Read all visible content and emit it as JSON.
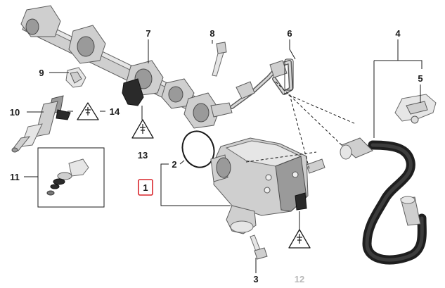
{
  "callouts": {
    "c1": "1",
    "c2": "2",
    "c3": "3",
    "c4": "4",
    "c5": "5",
    "c6": "6",
    "c7": "7",
    "c8": "8",
    "c9": "9",
    "c10": "10",
    "c11": "11",
    "c12": "12",
    "c13": "13",
    "c14": "14"
  },
  "highlight": {
    "selected_callout": "1",
    "color": "#d9262c"
  },
  "colors": {
    "muted_callout": "#b8b8b8",
    "line": "#1a1a1a",
    "hose": "#1e1e1e"
  },
  "icons": [
    "electrical-warning-icon"
  ]
}
